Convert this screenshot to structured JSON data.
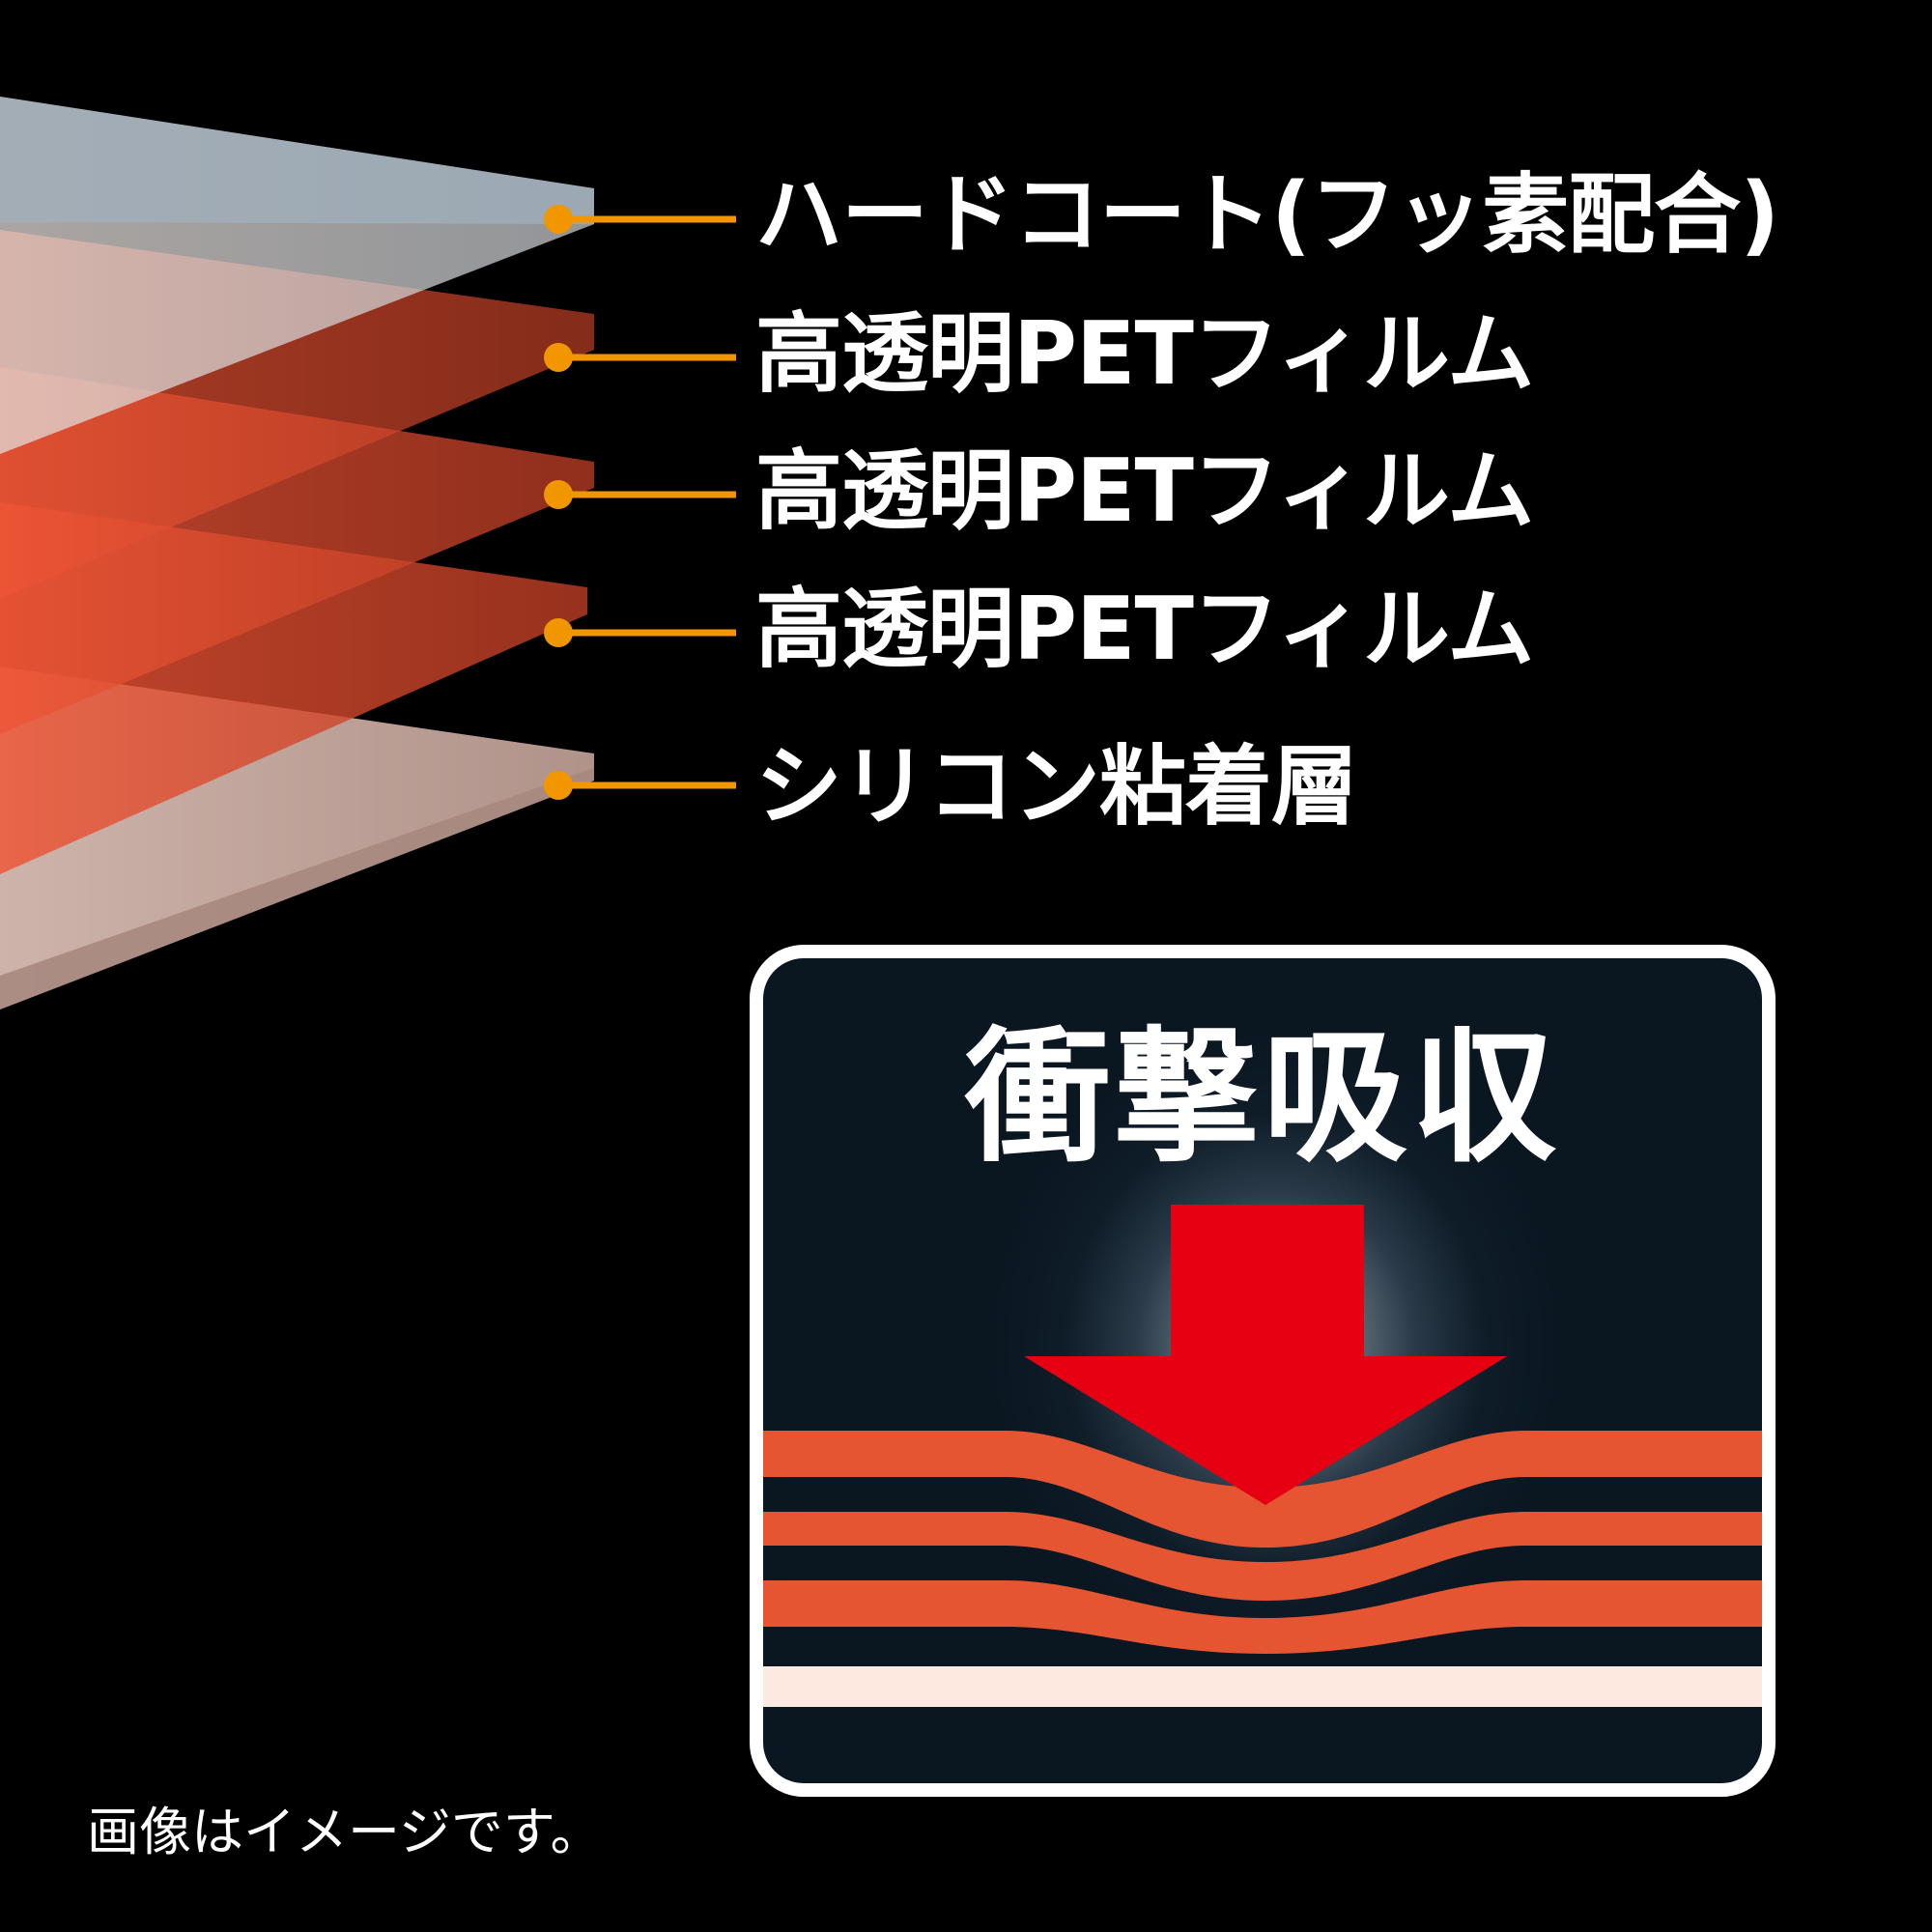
{
  "layers": [
    {
      "label": "ハードコート(フッ素配合)",
      "color": "#a3b1bd"
    },
    {
      "label": "高透明PETフィルム",
      "color": "#bf4128"
    },
    {
      "label": "高透明PETフィルム",
      "color": "#c84430"
    },
    {
      "label": "高透明PETフィルム",
      "color": "#d04a33"
    },
    {
      "label": "シリコン粘着層",
      "color": "#c8a59b"
    }
  ],
  "leader_color": "#f29600",
  "impact_panel": {
    "title": "衝撃吸収",
    "arrow_color": "#e60012",
    "band_color": "#e55532",
    "base_color": "#fde9df"
  },
  "footnote": "画像はイメージです。"
}
